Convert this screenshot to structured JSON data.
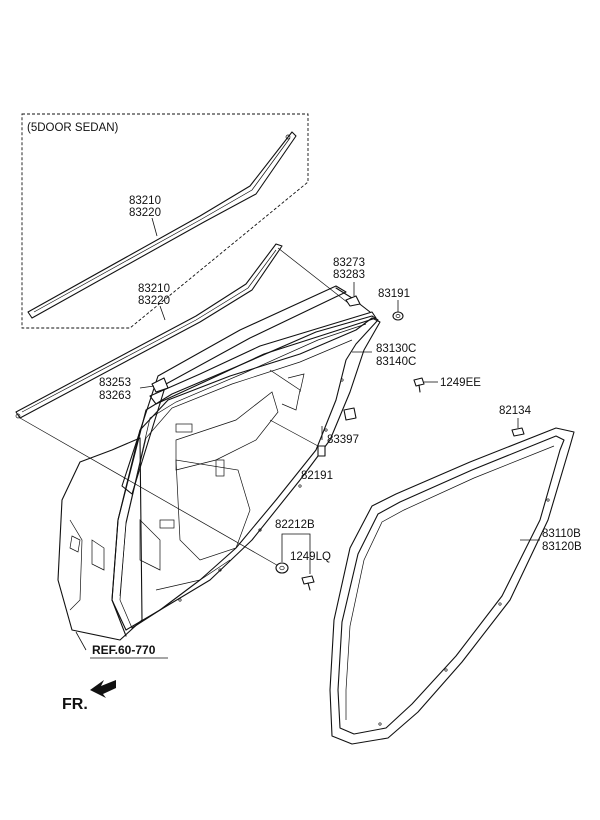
{
  "diagram": {
    "group_box_label": "(5DOOR SEDAN)",
    "labels": {
      "p83210_top": "83210",
      "p83220_top": "83220",
      "p83210_mid": "83210",
      "p83220_mid": "83220",
      "p83273": "83273",
      "p83283": "83283",
      "p83191": "83191",
      "p83130C": "83130C",
      "p83140C": "83140C",
      "p1249EE": "1249EE",
      "p83253": "83253",
      "p83263": "83263",
      "p82134": "82134",
      "p83397": "83397",
      "p82191": "82191",
      "p82212B": "82212B",
      "p1249LQ": "1249LQ",
      "p83110B": "83110B",
      "p83120B": "83120B",
      "ref": "REF.60-770",
      "front": "FR."
    }
  }
}
